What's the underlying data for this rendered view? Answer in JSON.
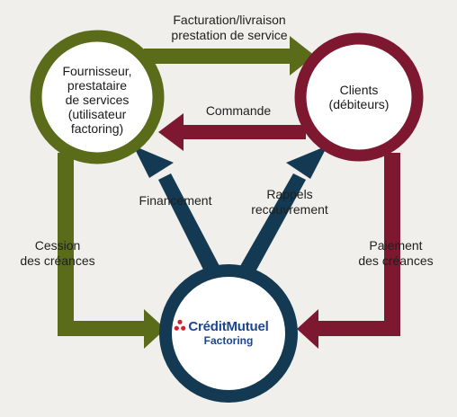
{
  "nodes": {
    "fournisseur": {
      "label": "Fournisseur,\nprestataire\nde services\n(utilisateur\nfactoring)",
      "color": "#5a6b1a"
    },
    "clients": {
      "label": "Clients\n(débiteurs)",
      "color": "#7d1830"
    },
    "factor": {
      "brand_left": "Crédit",
      "brand_right": "Mutuel",
      "brand_sub": "Factoring",
      "color": "#133a52",
      "brand_color": "#1d4591",
      "mark_color": "#d4202a"
    }
  },
  "edges": {
    "facturation": "Facturation/livraison\nprestation de service",
    "commande": "Commande",
    "financement": "Financement",
    "rappels": "Rappels\nrecouvrement",
    "cession": "Cession\ndes créances",
    "paiement": "Paiement\ndes créances"
  },
  "colors": {
    "background": "#f0efeb",
    "node_fill": "#ffffff"
  }
}
